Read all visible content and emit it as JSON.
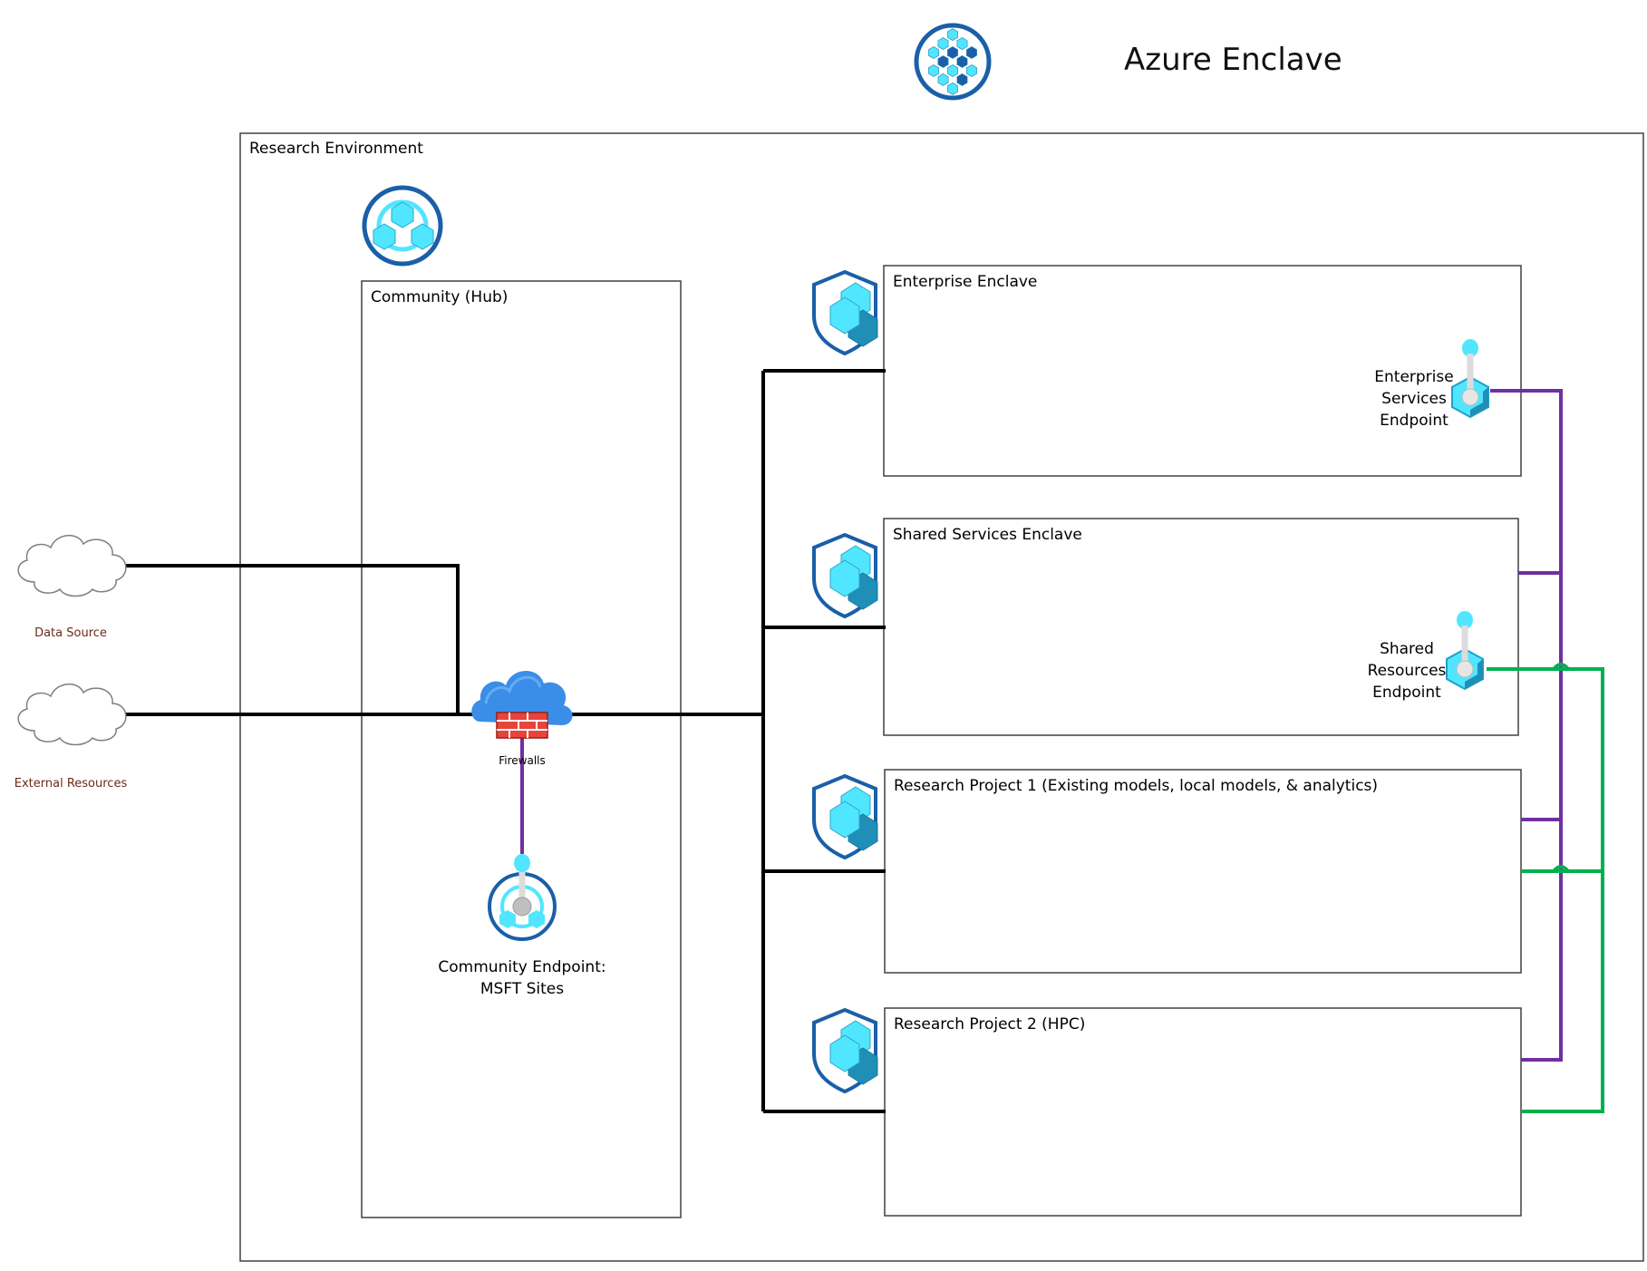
{
  "title": "Azure Enclave",
  "research_environment": {
    "label": "Research Environment"
  },
  "hub": {
    "label": "Community (Hub)",
    "firewall_label": "Firewalls",
    "endpoint_label_line1": "Community Endpoint:",
    "endpoint_label_line2": "MSFT Sites"
  },
  "sources": [
    {
      "label": "Data Source"
    },
    {
      "label": "External Resources"
    }
  ],
  "enclaves": [
    {
      "label": "Enterprise Enclave",
      "endpoint": [
        "Enterprise",
        "Services",
        "Endpoint"
      ]
    },
    {
      "label": "Shared Services Enclave",
      "endpoint": [
        "Shared",
        "Resources",
        "Endpoint"
      ]
    },
    {
      "label": "Research Project 1 (Existing models, local models, & analytics)"
    },
    {
      "label": "Research Project 2 (HPC)"
    }
  ],
  "colors": {
    "connector_black": "#000000",
    "connector_purple": "#7030a0",
    "connector_green": "#00b050",
    "azure_dark": "#1a5fa8",
    "azure_light": "#50e6ff"
  },
  "icons": [
    "azure-enclave-logo-icon",
    "community-hub-icon",
    "shield-enclave-icon",
    "cloud-icon",
    "firewall-icon",
    "private-endpoint-icon"
  ]
}
